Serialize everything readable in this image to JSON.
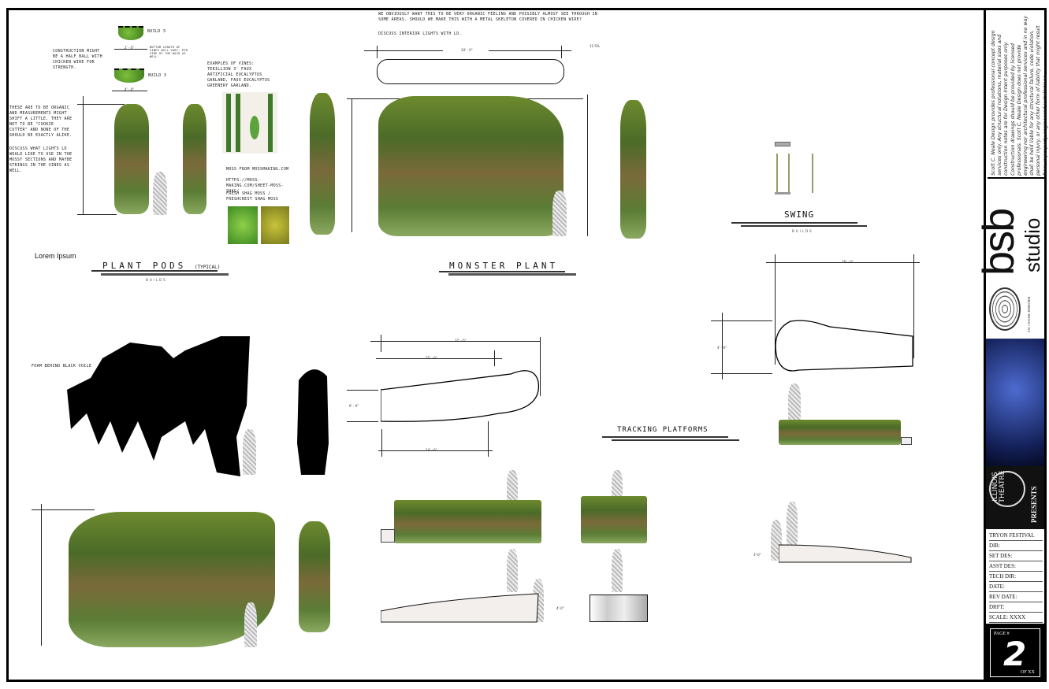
{
  "notes": {
    "top_note": "We obviously want this to be very organic feeling and possibly almost see through in some areas. Should we make this with a metal skeleton covered in chicken wire?",
    "top_note2": "Discuss interior lights with LD.",
    "construction": "Construction might be a half ball with chicken wire for strength.",
    "organic": "These are to be organic and measurements might shift a little. They are not to be \"cookie cutter\" and none of the should be exactly alike.",
    "lights": "Discuss what lights LD would like to use in the mossy sections and maybe strings in the vines as well.",
    "vine_length": "Bottom length of vines will vary, per side of the back as well.",
    "examples": "Examples of vines: Terillion 3' faux artificial eucalyptus garland, faux eucalyptus greenery garland.",
    "moss_from": "Moss from mossmaking.com",
    "moss_url": "https://moss-making.com/sheet-moss-shag/",
    "moss_types": "Fresh shag moss / Freshcrest shag moss",
    "voile": "Foam behind black voile",
    "lorem": "Lorem Ipsum",
    "build3a": "Build 3",
    "build3b": "Build 3"
  },
  "titles": {
    "plant_pods": "PLANT PODS",
    "typical": "(TYPICAL)",
    "monster": "MONSTER PLANT",
    "swing": "SWING",
    "tracking": "TRACKING PLATFORMS",
    "builds": "BUILDS"
  },
  "dims": {
    "top": "34' - 0\"",
    "scale_note": "12.5%",
    "pod_small": "2' - 0\"",
    "pod_small2": "4' - 0\"",
    "overall": "37' - 6\"",
    "inner": "25' - 0\"",
    "bottom": "14' - 6\"",
    "height": "6' - 0\"",
    "right_w": "18' - 0\"",
    "right_h": "4' - 0\"",
    "plat": "3'-0\"",
    "plat2": "4'-0\""
  },
  "title_block": {
    "disclaimer": "Scott C. Neale Design provides professional concept design services only. Any structural notations, material sizes and construction notes are for Design Intent purposes only. Construction drawings should be provided by licensed professionals. Scott C. Neale Design does not provide engineering nor architectural professional services and in no way shall be held liable for any structural failure, code violation, personal injury, or any other form of liability that might result from improperly engineered installations.",
    "logo_main": "bsb",
    "logo_sub": "studio",
    "union": "S.D. / SCENIC DESIGNER",
    "theatre": "ILLINOIS THEATRE",
    "presents": "PRESENTS",
    "rows": [
      "TRYON FESTIVAL",
      "DIR:",
      "SET DES:",
      "ASST DES:",
      "TECH DIR:",
      "DATE:",
      "REV DATE:",
      "DRFT:",
      "SCALE: XXXX"
    ],
    "page_label": "PAGE #",
    "page_num": "2",
    "page_of": "OF XX"
  }
}
